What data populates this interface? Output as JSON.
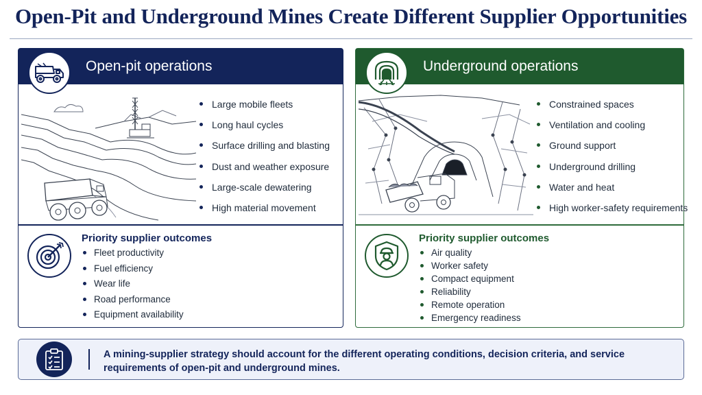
{
  "title": "Open-Pit and Underground Mines Create Different Supplier Opportunities",
  "open_pit": {
    "heading": "Open-pit operations",
    "header_icon": "haul-truck-icon",
    "conditions": [
      "Large mobile fleets",
      "Long haul cycles",
      "Surface drilling and blasting",
      "Dust and weather exposure",
      "Large-scale dewatering",
      "High material movement"
    ],
    "outcomes_icon": "target-icon",
    "outcomes_title": "Priority supplier outcomes",
    "outcomes": [
      "Fleet productivity",
      "Fuel efficiency",
      "Wear life",
      "Road performance",
      "Equipment availability"
    ]
  },
  "underground": {
    "heading": "Underground operations",
    "header_icon": "tunnel-icon",
    "conditions": [
      "Constrained spaces",
      "Ventilation and cooling",
      "Ground support",
      "Underground drilling",
      "Water and heat",
      "High worker-safety requirements"
    ],
    "outcomes_icon": "safety-shield-worker-icon",
    "outcomes_title": "Priority supplier outcomes",
    "outcomes": [
      "Air quality",
      "Worker safety",
      "Compact equipment",
      "Reliability",
      "Remote operation",
      "Emergency readiness"
    ]
  },
  "footer": {
    "icon": "clipboard-checklist-icon",
    "text": "A mining-supplier strategy should account for the different operating conditions, decision criteria, and service requirements of open-pit and underground mines."
  },
  "colors": {
    "navy": "#13245a",
    "green": "#1f5a2e",
    "footer_bg": "#eef1fa"
  }
}
